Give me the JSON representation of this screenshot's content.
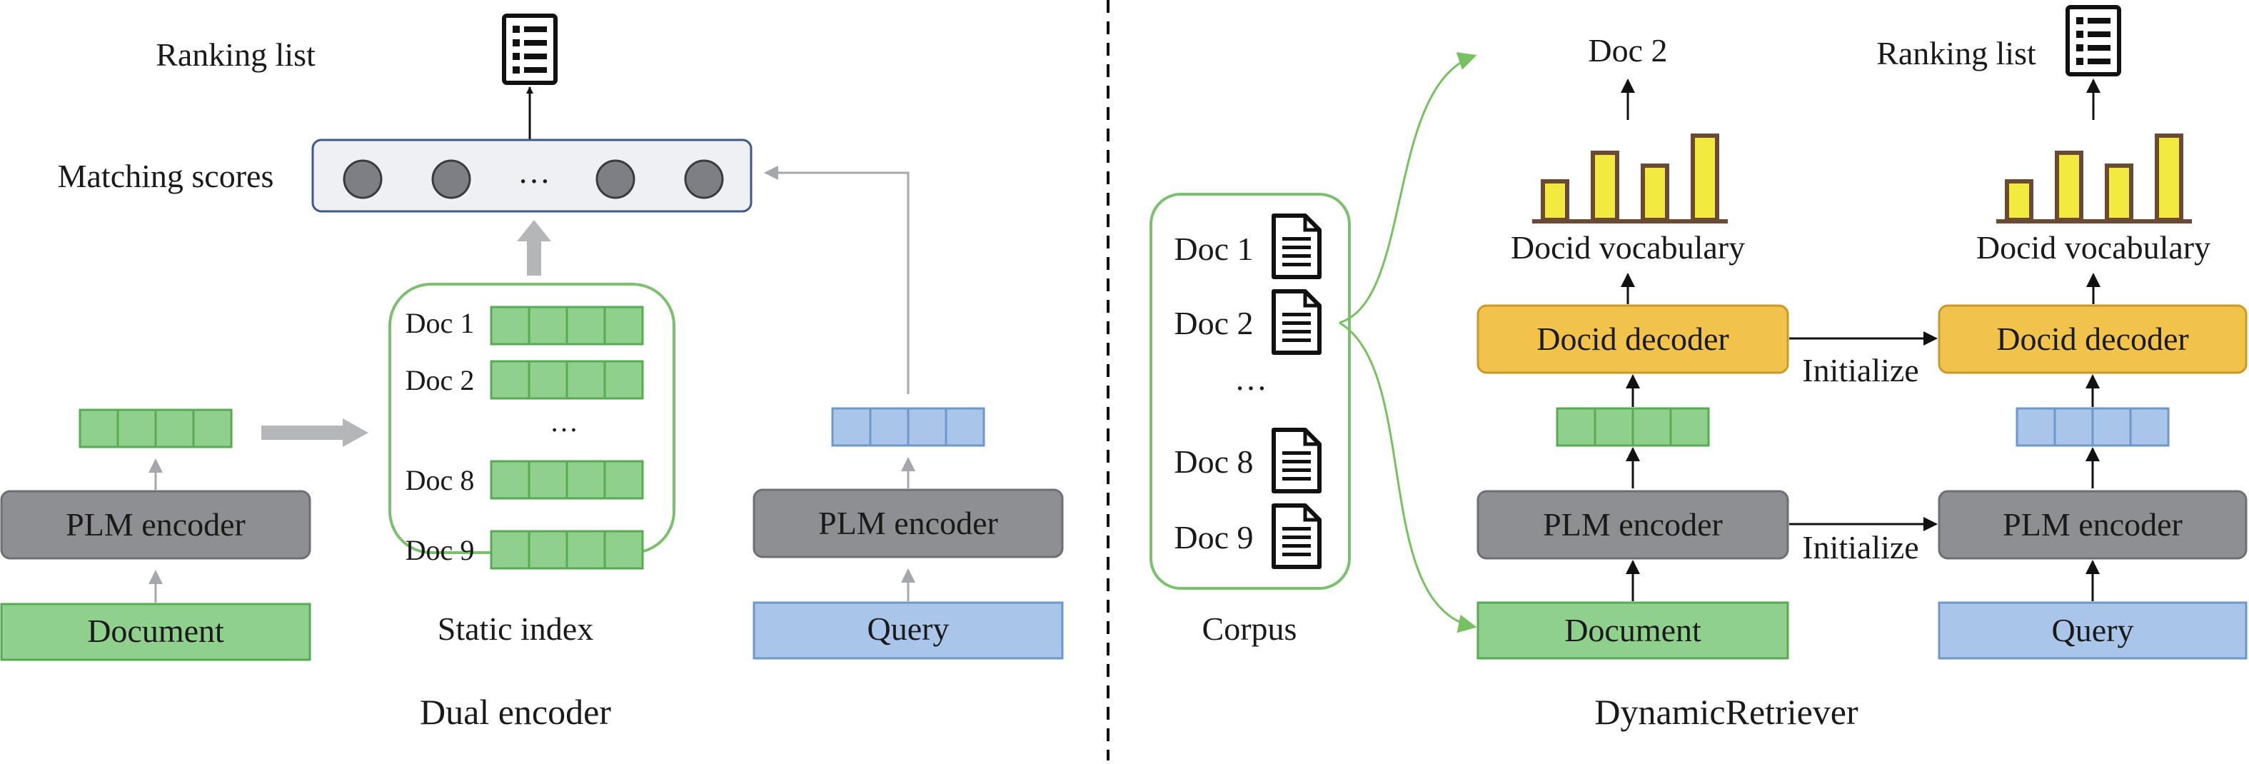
{
  "colors": {
    "green_fill": "#8fd18c",
    "green_stroke": "#5aaa55",
    "blue_fill": "#a9c6ea",
    "blue_stroke": "#6f98c8",
    "gray_block": "#8e8f93",
    "orange_block": "#f2c34a",
    "yellow_bar": "#f2ea3e",
    "bar_stroke": "#6b4a35",
    "score_panel": "#eef0f3",
    "score_border": "#3d5a8a",
    "score_dot": "#7d7f84",
    "corpus_border": "#7cc06f",
    "arrow_gray": "#a6a7a9",
    "arrow_green": "#77c161",
    "arrow_black": "#111111"
  },
  "left": {
    "title": "Dual encoder",
    "ranking_list_label": "Ranking list",
    "ranking_list_icon": "list-document-icon",
    "matching_scores_label": "Matching scores",
    "ellipsis": "…",
    "static_index": {
      "label": "Static index",
      "docs": [
        "Doc 1",
        "Doc 2",
        "Doc 8",
        "Doc 9"
      ],
      "ellipsis": "…"
    },
    "doc_encoder_label": "PLM encoder",
    "query_encoder_label": "PLM encoder",
    "document_label": "Document",
    "query_label": "Query"
  },
  "right": {
    "title": "DynamicRetriever",
    "corpus": {
      "label": "Corpus",
      "docs": [
        "Doc 1",
        "Doc 2",
        "Doc 8",
        "Doc 9"
      ],
      "ellipsis": "…"
    },
    "doc_output_label": "Doc 2",
    "ranking_list_label": "Ranking list",
    "ranking_list_icon": "list-document-icon",
    "vocab_label_left": "Docid vocabulary",
    "vocab_label_right": "Docid vocabulary",
    "decoder_left_label": "Docid decoder",
    "decoder_right_label": "Docid decoder",
    "encoder_left_label": "PLM encoder",
    "encoder_right_label": "PLM encoder",
    "initialize_top": "Initialize",
    "initialize_bottom": "Initialize",
    "document_label": "Document",
    "query_label": "Query"
  }
}
